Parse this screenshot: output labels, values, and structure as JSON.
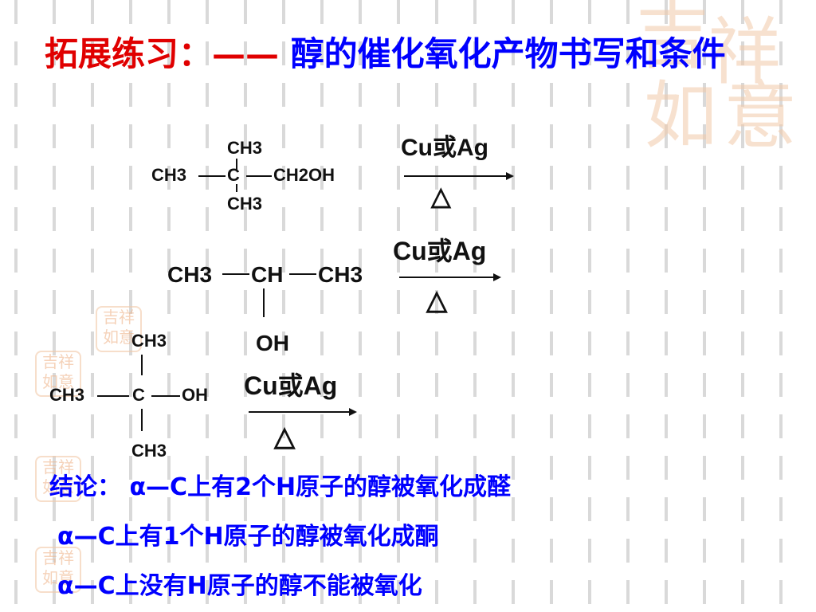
{
  "title": {
    "part1": "拓展练习：",
    "dash": "——",
    "part2": " 醇的催化氧化产物书写和条件"
  },
  "reactions": [
    {
      "id": "r1",
      "structure": {
        "top": "CH3",
        "main_left": "CH3",
        "center": "C",
        "main_right": "CH2OH",
        "bottom": "CH3"
      },
      "catalyst": "Cu或Ag",
      "condition": "△"
    },
    {
      "id": "r2",
      "structure": {
        "left": "CH3",
        "center": "CH",
        "right": "CH3",
        "bottom": "OH"
      },
      "catalyst": "Cu或Ag",
      "condition": "△"
    },
    {
      "id": "r3",
      "structure": {
        "top": "CH3",
        "left": "CH3",
        "center": "C",
        "right": "OH",
        "bottom": "CH3"
      },
      "catalyst": "Cu或Ag",
      "condition": "△"
    }
  ],
  "conclusions": [
    "结论： α—C上有2个H原子的醇被氧化成醛",
    "α—C上有1个H原子的醇被氧化成酮",
    "α—C上没有H原子的醇不能被氧化"
  ],
  "colors": {
    "title_red": "#e00000",
    "title_blue": "#0000ff",
    "conclusion_blue": "#0000ff",
    "seal": "#f2c9a8"
  }
}
